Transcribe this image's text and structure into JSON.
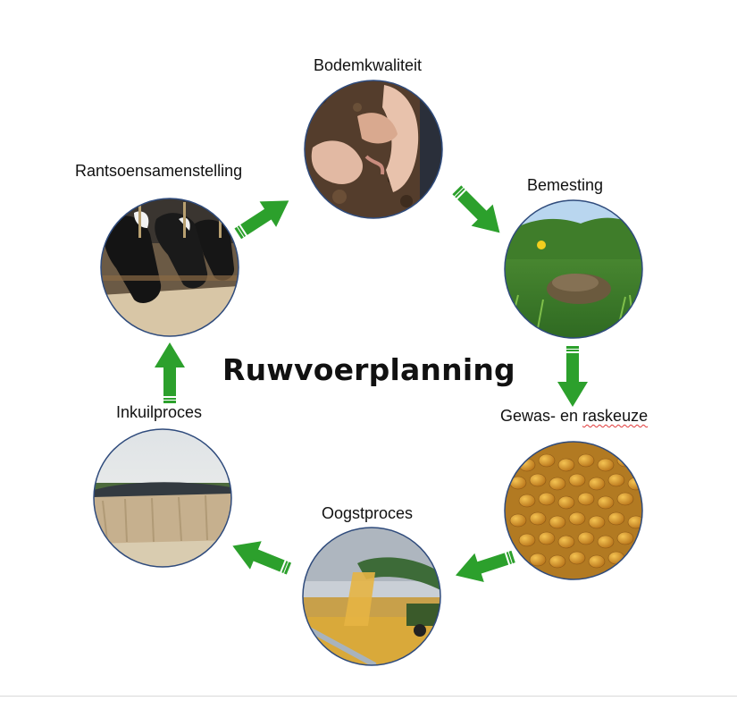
{
  "title": "Ruwvoerplanning",
  "steps": [
    {
      "label": "Bodemkwaliteit",
      "photo": "soil-with-earthworm-in-hands"
    },
    {
      "label": "Bemesting",
      "photo": "manure-in-grass"
    },
    {
      "label_prefix": "Gewas- en ",
      "label_misspelled": "raskeuze",
      "photo": "maize-kernels"
    },
    {
      "label": "Oogstproces",
      "photo": "combine-harvester-unloading-maize"
    },
    {
      "label": "Inkuilproces",
      "photo": "silage-bunker"
    },
    {
      "label": "Rantsoensamenstelling",
      "photo": "cows-eating-feed"
    }
  ],
  "colors": {
    "arrow": "#2ca02c",
    "arrow_dark": "#1f8a22",
    "circle_border": "#2f4b7c"
  }
}
